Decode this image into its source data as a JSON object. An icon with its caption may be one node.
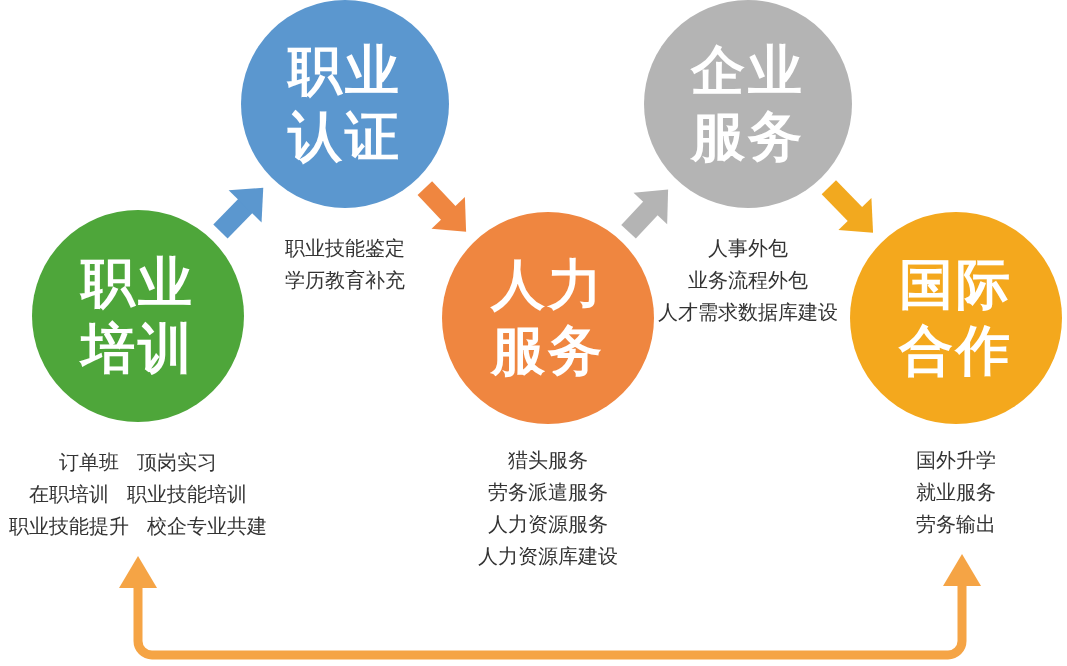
{
  "diagram": {
    "nodes": [
      {
        "text": [
          "职业培训"
        ],
        "beside": [
          "订单班",
          "顶岗实习",
          "在职培训",
          "职业技能培训",
          "职业技能提升",
          "校企专业共建"
        ]
      },
      {
        "text": [
          "职业认证"
        ],
        "beside": [
          "职业技能鉴定",
          "学历教育补充"
        ]
      },
      {
        "text": [
          "人力服务"
        ],
        "beside": [
          "猎头服务",
          "劳务派遣服务",
          "人力资源服务",
          "人力资源库建设"
        ]
      },
      {
        "text": [
          "企业服务"
        ],
        "beside": [
          "人事外包",
          "业务流程外包",
          "人才需求数据库建设"
        ]
      },
      {
        "text": [
          "国际合作"
        ],
        "beside": [
          "国外升学",
          "就业服务",
          "劳务输出"
        ]
      }
    ],
    "edges": [
      {
        "from": 0,
        "to": 1,
        "arrow": "to",
        "color": "#5b97cf"
      },
      {
        "from": 1,
        "to": 2,
        "arrow": "to",
        "color": "#ef8640"
      },
      {
        "from": 2,
        "to": 3,
        "arrow": "to",
        "color": "#b4b4b4"
      },
      {
        "from": 3,
        "to": 4,
        "arrow": "to",
        "color": "#f2a91f"
      },
      {
        "from": 0,
        "to": 4,
        "arrow": "both",
        "color": "#f5a445"
      }
    ]
  }
}
